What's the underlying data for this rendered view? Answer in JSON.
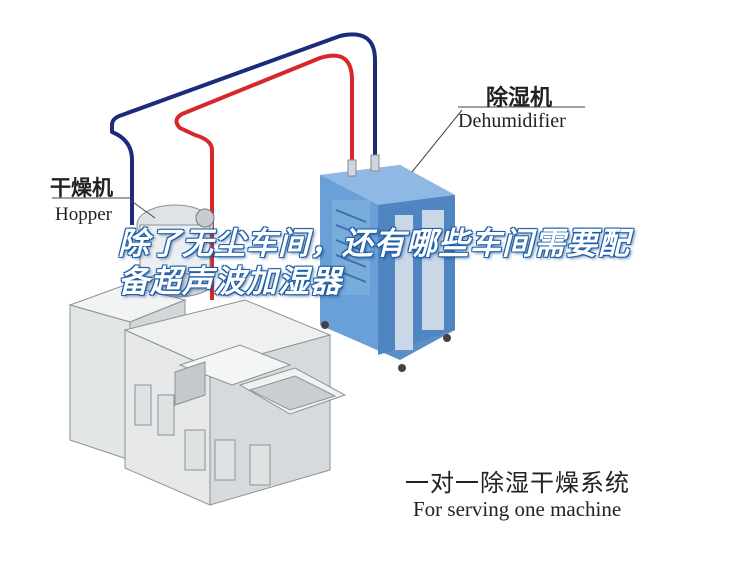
{
  "labels": {
    "dehumidifier_cn": "除湿机",
    "dehumidifier_en": "Dehumidifier",
    "hopper_cn": "干燥机",
    "hopper_en": "Hopper",
    "system_cn": "一对一除湿干燥系统",
    "system_en": "For serving one machine"
  },
  "headline": "除了无尘车间，还有哪些车间需要配备超声波加湿器",
  "colors": {
    "pipe_red": "#d8262b",
    "pipe_blue": "#1c2c7a",
    "cabinet_blue": "#6aa0d8",
    "machine_gray": "#e6e8e8"
  }
}
